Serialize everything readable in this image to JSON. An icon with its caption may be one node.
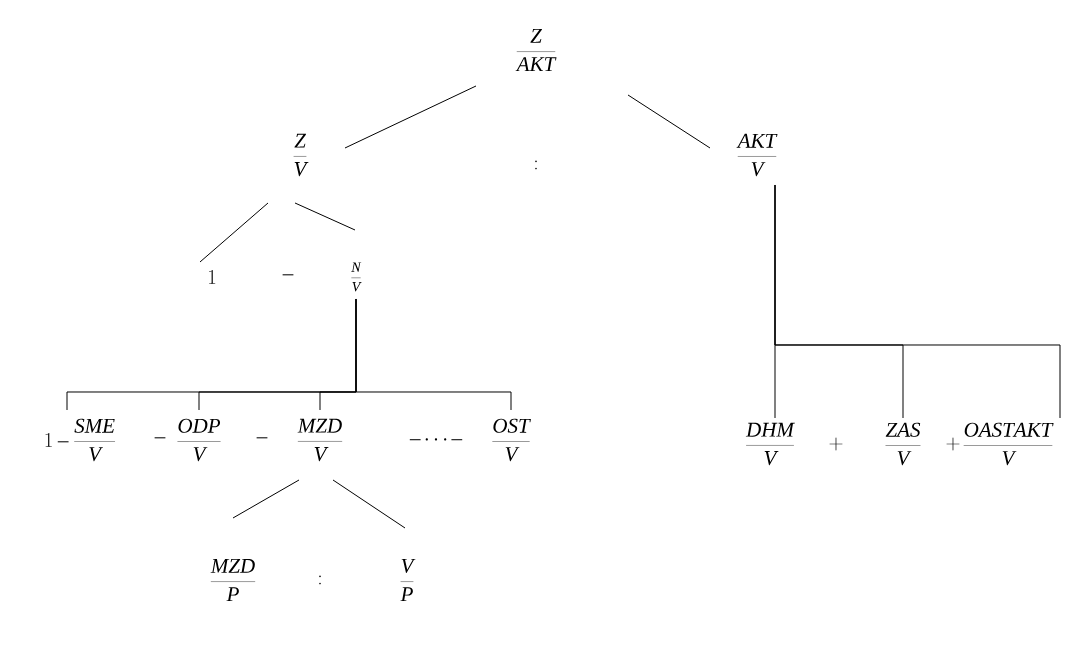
{
  "diagram": {
    "nodes": [
      {
        "text": [
          "\\frac{Z}{AKT}"
        ]
      },
      {
        "text": [
          "\\frac{Z}{V}"
        ]
      },
      {
        "text": [
          "\\frac{AKT}{V}"
        ]
      },
      {
        "text": [
          "1"
        ]
      },
      {
        "text": [
          "\\frac{N}{V}"
        ]
      },
      {
        "text": [
          "1-\\frac{SME}{V}"
        ]
      },
      {
        "text": [
          "\\frac{ODP}{V}"
        ]
      },
      {
        "text": [
          "\\frac{MZD}{V}"
        ]
      },
      {
        "text": [
          "\\frac{OST}{V}"
        ]
      },
      {
        "text": [
          "\\frac{DHM}{V}"
        ]
      },
      {
        "text": [
          "\\frac{ZAS}{V}"
        ]
      },
      {
        "text": [
          "\\frac{OASTAKT}{V}"
        ]
      },
      {
        "text": [
          "\\frac{MZD}{P}"
        ]
      },
      {
        "text": [
          "\\frac{V}{P}"
        ]
      }
    ],
    "edges": [
      {
        "from": 0,
        "to": 1,
        "arrow": "none"
      },
      {
        "from": 0,
        "to": 2,
        "arrow": "none"
      },
      {
        "from": 1,
        "to": 3,
        "arrow": "none"
      },
      {
        "from": 1,
        "to": 4,
        "arrow": "none"
      },
      {
        "from": 4,
        "to": 5,
        "arrow": "none"
      },
      {
        "from": 4,
        "to": 6,
        "arrow": "none"
      },
      {
        "from": 4,
        "to": 7,
        "arrow": "none"
      },
      {
        "from": 4,
        "to": 8,
        "arrow": "none"
      },
      {
        "from": 2,
        "to": 9,
        "arrow": "none"
      },
      {
        "from": 2,
        "to": 10,
        "arrow": "none"
      },
      {
        "from": 2,
        "to": 11,
        "arrow": "none"
      },
      {
        "from": 7,
        "to": 12,
        "arrow": "none"
      },
      {
        "from": 7,
        "to": 13,
        "arrow": "none"
      }
    ],
    "labels": [
      ":",
      "-",
      "-",
      "-",
      "-\\cdots-",
      "+",
      "+",
      ":"
    ]
  }
}
